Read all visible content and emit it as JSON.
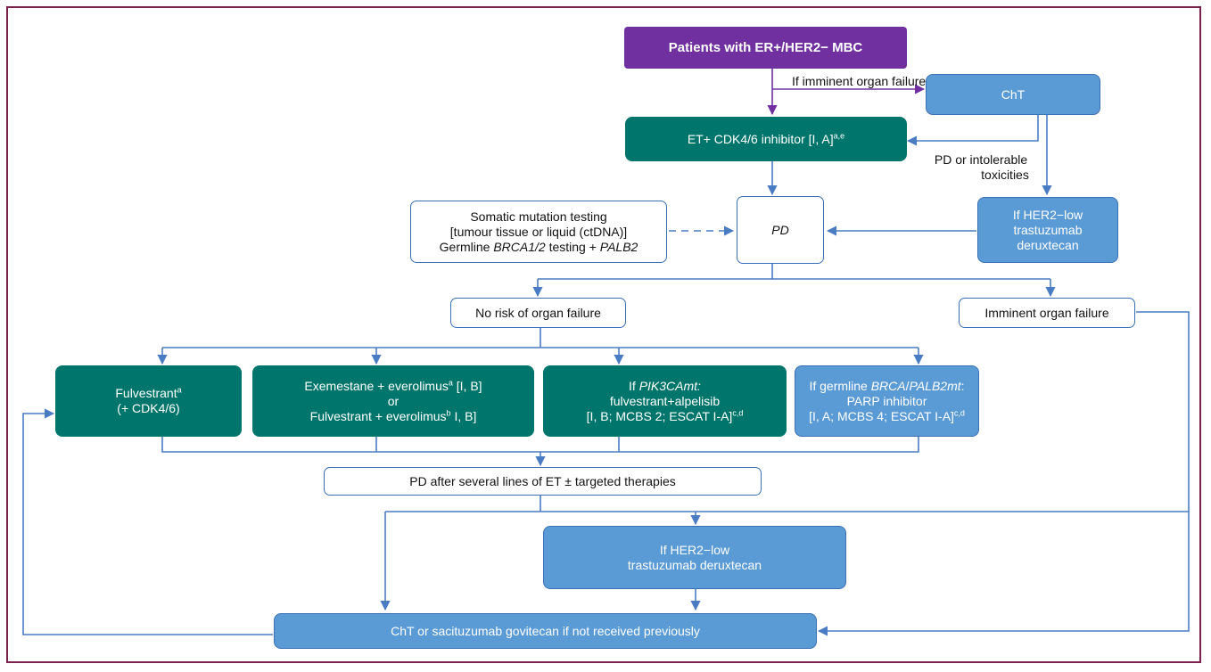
{
  "nodes": {
    "start": "Patients with ER+/HER2− MBC",
    "cht": "ChT",
    "et_cdk": {
      "text": "ET+ CDK4/6 inhibitor [I, A]",
      "sup": "a,e"
    },
    "somatic": {
      "line1": "Somatic mutation testing",
      "line2": "[tumour tissue or liquid (ctDNA)]",
      "line3_pre": "Germline ",
      "line3_em": "BRCA1/2",
      "line3_mid": " testing + ",
      "line3_em2": "PALB2"
    },
    "pd": "PD",
    "her2_low_top": {
      "line1": "If HER2−low",
      "line2": "trastuzumab",
      "line3": "deruxtecan"
    },
    "no_risk": "No risk of organ failure",
    "imminent": "Imminent organ failure",
    "fulvestrant": {
      "line1": "Fulvestrant",
      "sup": "a",
      "line2": "(+ CDK4/6)"
    },
    "exemestane": {
      "line1": "Exemestane + everolimus",
      "line1_sup": "a",
      "line1_post": " [I, B]",
      "line2": "or",
      "line3": "Fulvestrant + everolimus",
      "line3_sup": "b",
      "line3_post": " I, B]"
    },
    "pik3ca": {
      "line1_pre": "If ",
      "line1_em": "PIK3CAmt:",
      "line2": "fulvestrant+alpelisib",
      "line3": "[I, B; MCBS 2; ESCAT I-A]",
      "line3_sup": "c,d"
    },
    "parp": {
      "line1_pre": "If germline ",
      "line1_em": "BRCA",
      "line1_mid": "/",
      "line1_em2": "PALB2mt",
      "line1_post": ":",
      "line2": "PARP inhibitor",
      "line3": "[I, A; MCBS 4; ESCAT I-A]",
      "line3_sup": "c,d"
    },
    "pd_lines": "PD after several lines of ET ± targeted therapies",
    "her2_low_bottom": {
      "line1": "If HER2−low",
      "line2": "trastuzumab deruxtecan"
    },
    "final": "ChT or sacituzumab govitecan if not received previously"
  },
  "edge_labels": {
    "imminent_failure": "If imminent organ failure",
    "pd_tox_1": "PD or intolerable",
    "pd_tox_2": "toxicities"
  },
  "colors": {
    "purple": "#7030a0",
    "teal": "#00756b",
    "blue": "#5b9bd5",
    "line_blue": "#4a7cc4",
    "frame": "#7b2150"
  }
}
